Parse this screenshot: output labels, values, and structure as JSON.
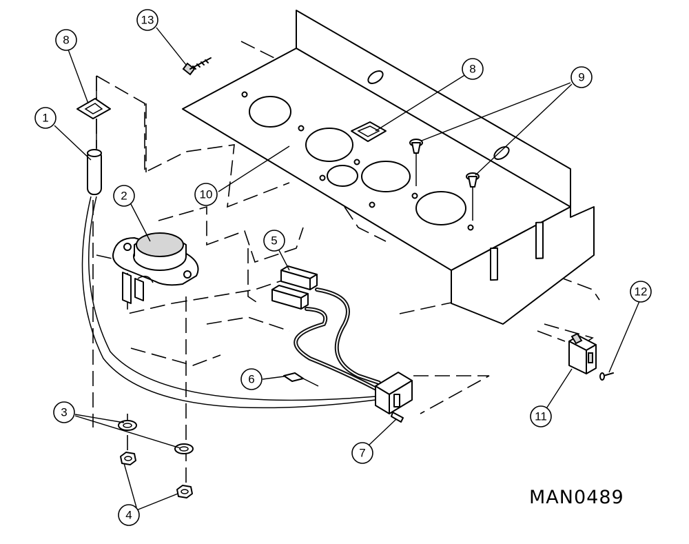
{
  "drawing_number": "MAN0489",
  "callouts": [
    {
      "id": "callout-1",
      "label": "1"
    },
    {
      "id": "callout-2",
      "label": "2"
    },
    {
      "id": "callout-3",
      "label": "3"
    },
    {
      "id": "callout-4",
      "label": "4"
    },
    {
      "id": "callout-5",
      "label": "5"
    },
    {
      "id": "callout-6",
      "label": "6"
    },
    {
      "id": "callout-7",
      "label": "7"
    },
    {
      "id": "callout-8a",
      "label": "8"
    },
    {
      "id": "callout-8b",
      "label": "8"
    },
    {
      "id": "callout-9",
      "label": "9"
    },
    {
      "id": "callout-10",
      "label": "10"
    },
    {
      "id": "callout-11",
      "label": "11"
    },
    {
      "id": "callout-12",
      "label": "12"
    },
    {
      "id": "callout-13",
      "label": "13"
    }
  ]
}
